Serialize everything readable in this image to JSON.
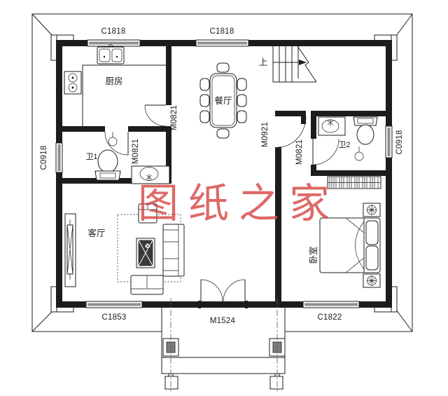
{
  "plan": {
    "windows": [
      {
        "code": "C1818",
        "side": "top-left"
      },
      {
        "code": "C1818",
        "side": "top-middle"
      },
      {
        "code": "C0918",
        "side": "left"
      },
      {
        "code": "C0918",
        "side": "right"
      },
      {
        "code": "C1853",
        "side": "bottom-left"
      },
      {
        "code": "C1822",
        "side": "bottom-right"
      }
    ],
    "doors": [
      {
        "code": "M0821",
        "location": "kitchen"
      },
      {
        "code": "M0821",
        "location": "bathroom-1"
      },
      {
        "code": "M0921",
        "location": "bedroom"
      },
      {
        "code": "M0821",
        "location": "bathroom-2"
      },
      {
        "code": "M1524",
        "location": "entrance"
      }
    ],
    "rooms": [
      {
        "label": "厨房",
        "name": "kitchen"
      },
      {
        "label": "餐厅",
        "name": "dining-room"
      },
      {
        "label": "客厅",
        "name": "living-room"
      },
      {
        "label": "卧室",
        "name": "bedroom"
      },
      {
        "label": "卫1",
        "name": "bathroom-1"
      },
      {
        "label": "卫2",
        "name": "bathroom-2"
      }
    ],
    "stairs": {
      "direction_label": "上"
    }
  },
  "watermark": {
    "text": "图纸之家",
    "color": "#d94848"
  },
  "colors": {
    "line": "#1c1c1c",
    "window_fill": "#8f8f8f",
    "column_fill": "#7d7d7d",
    "background": "#ffffff"
  }
}
